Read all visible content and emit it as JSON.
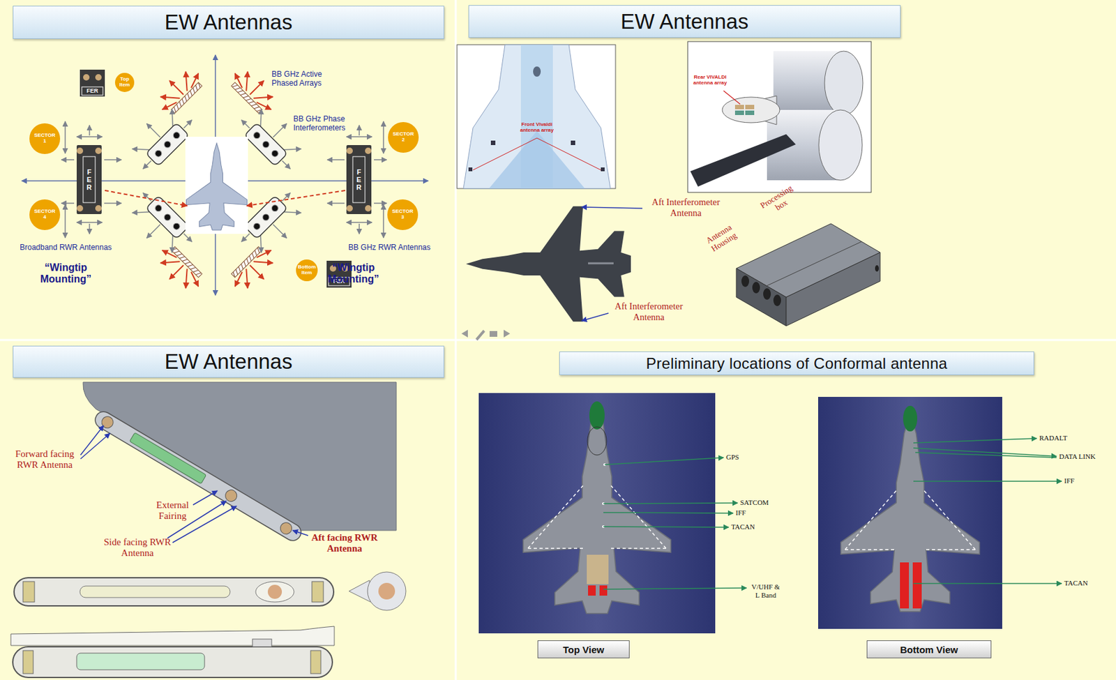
{
  "diagram": {
    "nodes": [
      {
        "text": [
          "EW Antennas"
        ]
      },
      {
        "text": [
          "FER"
        ]
      },
      {
        "text": [
          "Top Item"
        ]
      },
      {
        "text": [
          "SECTOR 1"
        ]
      },
      {
        "text": [
          "SECTOR 2"
        ]
      },
      {
        "text": [
          "FER"
        ]
      },
      {
        "text": [
          "FER"
        ]
      },
      {
        "text": [
          "SECTOR 4"
        ]
      },
      {
        "text": [
          "SECTOR 3"
        ]
      },
      {
        "text": [
          "Bottom Item"
        ]
      },
      {
        "text": [
          "FER"
        ]
      },
      {
        "text": [
          "EW Antennas"
        ]
      },
      {
        "text": [
          "EW Antennas"
        ]
      },
      {
        "text": [
          "Preliminary locations of Conformal antenna"
        ]
      },
      {
        "text": [
          "Top View"
        ]
      },
      {
        "text": [
          "Bottom View"
        ]
      }
    ],
    "labels": [
      "BB GHz Active Phased Arrays",
      "BB GHz Phase Interferometers",
      "Broadband RWR Antennas",
      "“Wingtip Mounting”",
      "BB GHz RWR Antennas",
      "“Wingtip Mounting”",
      "Front Vivaldi antenna array",
      "Rear VIVALDI antenna array",
      "Aft Interferometer Antenna",
      "Aft Interferometer Antenna",
      "Antenna Housing",
      "Processing box",
      "Forward facing RWR Antenna",
      "External Fairing",
      "Side facing RWR Antenna",
      "Aft facing RWR Antenna",
      "GPS",
      "SATCOM",
      "IFF",
      "TACAN",
      "V/UHF & L Band",
      "RADALT",
      "DATA LINK",
      "IFF",
      "TACAN"
    ]
  }
}
